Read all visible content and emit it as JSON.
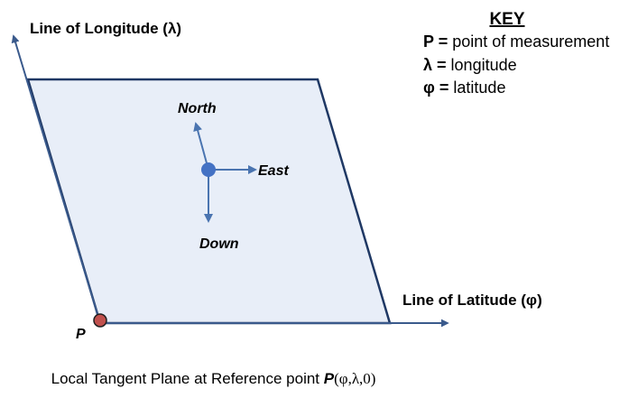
{
  "axes": {
    "longitude_label": "Line of Longitude (λ)",
    "latitude_label": "Line of Latitude (φ)"
  },
  "directions": {
    "north": "North",
    "east": "East",
    "down": "Down"
  },
  "point_label": "P",
  "key": {
    "title": "KEY",
    "entries": [
      {
        "symbol": "P =",
        "text": " point of measurement"
      },
      {
        "symbol": "λ =",
        "text": " longitude"
      },
      {
        "symbol": "φ =",
        "text": " latitude"
      }
    ]
  },
  "caption": {
    "prefix": "Local Tangent Plane at Reference point ",
    "point": "P",
    "coords": "(φ,λ,0)"
  },
  "colors": {
    "plane_fill": "#E8EEF8",
    "plane_stroke": "#1F3864",
    "axis": "#3A5A8C",
    "arrow": "#4A74B0",
    "origin_dot": "#4472C4",
    "point_dot": "#C0504D"
  }
}
